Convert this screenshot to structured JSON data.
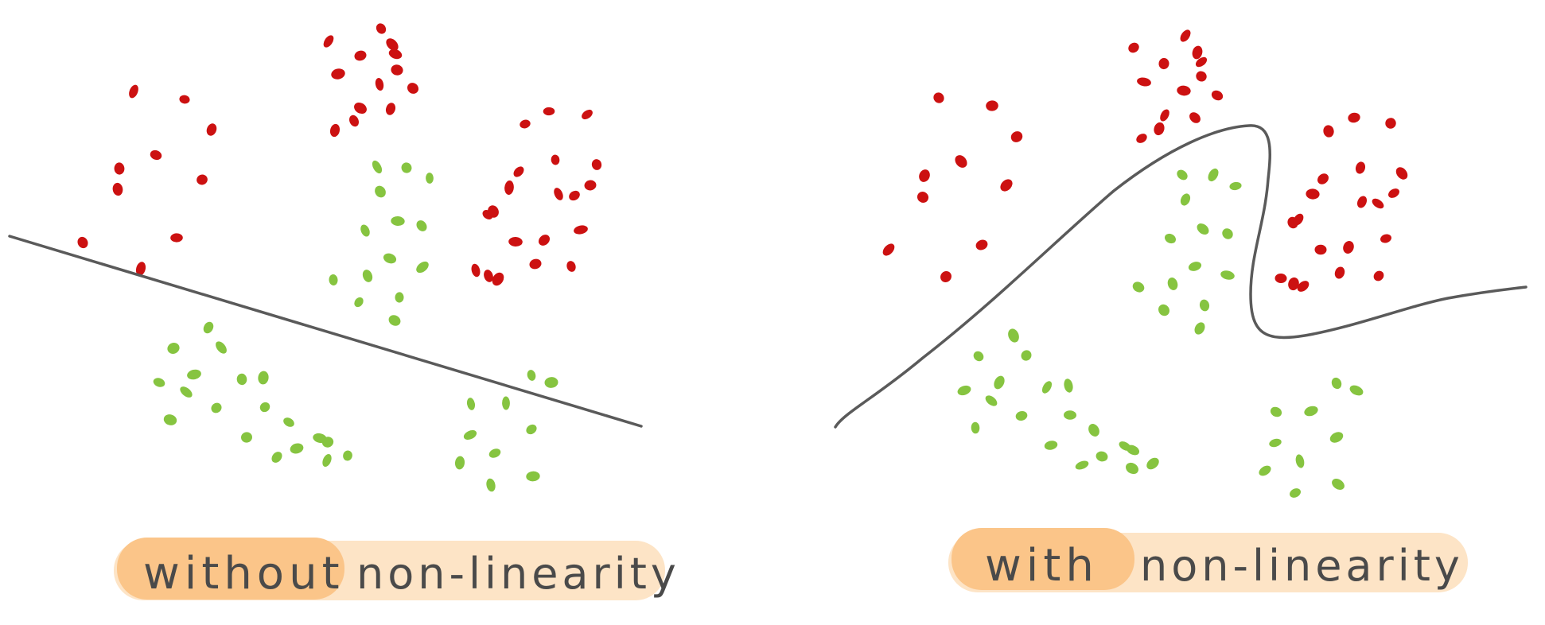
{
  "colors": {
    "red_class": "#cc1111",
    "green_class": "#86c440",
    "boundary": "#5a5a5a",
    "highlight_light": "#fde4c6",
    "highlight_strong": "#fbc589",
    "caption_text": "#4a4a4a"
  },
  "panels": [
    {
      "boundary_type": "straight line",
      "caption": {
        "emphasis": "without",
        "rest": "non-linearity"
      }
    },
    {
      "boundary_type": "curve",
      "caption": {
        "emphasis": "with",
        "rest": "non-linearity"
      }
    }
  ]
}
